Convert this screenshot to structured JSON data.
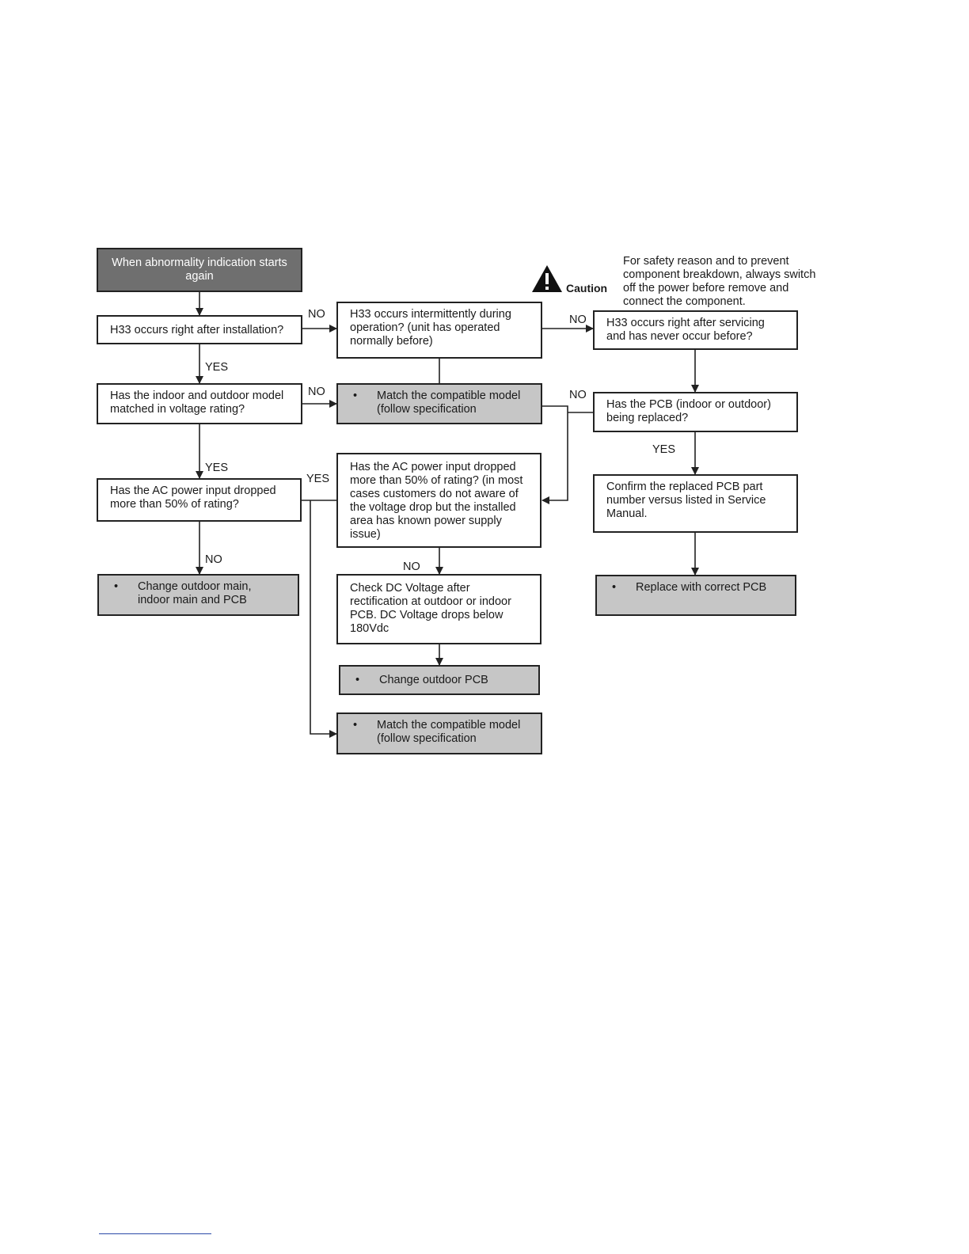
{
  "colors": {
    "start_fill": "#6f6f6f",
    "action_fill": "#c6c6c6",
    "line": "#222222",
    "footer_line": "#2b4aa8"
  },
  "caution": {
    "icon": "warning-triangle-icon",
    "label": "Caution",
    "text": "For safety reason and to prevent\ncomponent breakdown, always switch\noff the power before remove and\nconnect the component."
  },
  "nodes": {
    "start": "When abnormality indication starts again",
    "q_after_install": "H33 occurs right after installation?",
    "q_intermittent": "H33 occurs intermittently during\noperation? (unit has operated\nnormally before)",
    "q_after_servicing": "H33 occurs right after servicing\nand has never occur before?",
    "q_model_matched": "Has the indoor and outdoor model\nmatched in voltage rating?",
    "a_match_model_1": "Match the compatible model\n(follow specification",
    "q_pcb_replaced": "Has the PCB (indoor or outdoor)\nbeing replaced?",
    "q_ac_dropped_left": "Has the AC power input dropped\nmore than 50% of rating?",
    "q_ac_dropped_center": "Has the AC power input dropped\nmore than 50% of rating? (in most\ncases customers do not aware of\nthe voltage drop but the installed\narea has known power supply\nissue)",
    "q_confirm_pcb": "Confirm the replaced PCB part\nnumber versus listed in Service\nManual.",
    "a_change_main": "Change outdoor main,\nindoor main and PCB",
    "q_check_dc": "Check DC Voltage after\nrectification at outdoor or indoor\nPCB. DC Voltage drops below\n180Vdc",
    "a_replace_pcb": "Replace with correct PCB",
    "a_change_outdoor_pcb": "Change outdoor PCB",
    "a_match_model_2": "Match the compatible model\n(follow specification"
  },
  "bullet": "•",
  "edge_labels": {
    "no_1": "NO",
    "no_2": "NO",
    "yes_1": "YES",
    "no_3": "NO",
    "no_4": "NO",
    "yes_2": "YES",
    "yes_3": "YES",
    "yes_4": "YES",
    "no_5": "NO",
    "no_6": "NO"
  }
}
